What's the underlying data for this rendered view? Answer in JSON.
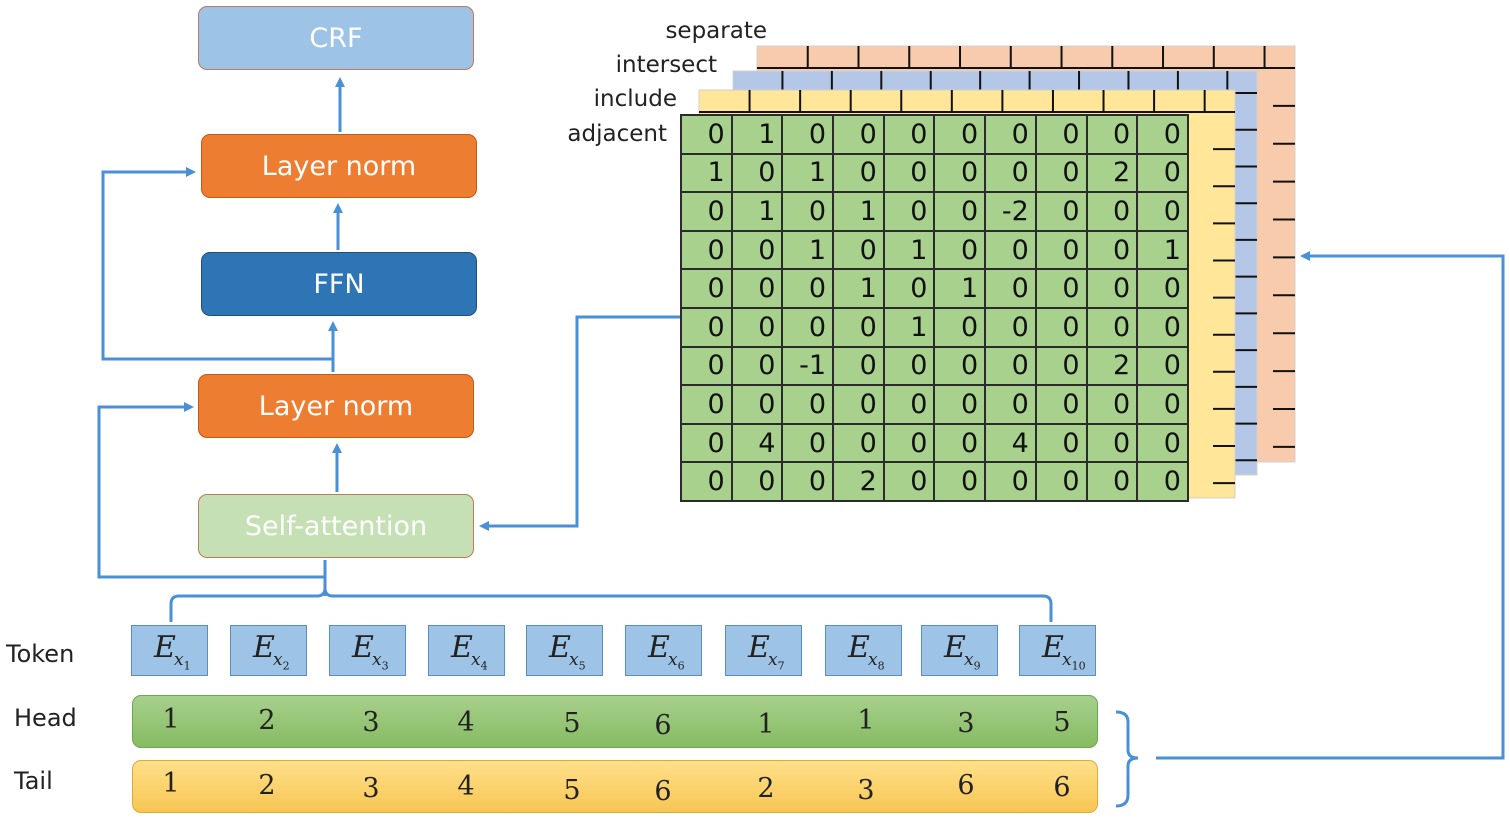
{
  "blocks": {
    "crf": "CRF",
    "layer_norm_top": "Layer norm",
    "ffn": "FFN",
    "layer_norm_bottom": "Layer norm",
    "self_attention": "Self-attention"
  },
  "matrix_layers": [
    "separate",
    "intersect",
    "include",
    "adjacent"
  ],
  "layer_colors": {
    "separate": "#f8cbad",
    "intersect": "#b4c7e7",
    "include": "#ffe699",
    "adjacent": "#a9d18e"
  },
  "matrix": [
    [
      "0",
      "1",
      "0",
      "0",
      "0",
      "0",
      "0",
      "0",
      "0",
      "0"
    ],
    [
      "1",
      "0",
      "1",
      "0",
      "0",
      "0",
      "0",
      "0",
      "2",
      "0"
    ],
    [
      "0",
      "1",
      "0",
      "1",
      "0",
      "0",
      "-2",
      "0",
      "0",
      "0"
    ],
    [
      "0",
      "0",
      "1",
      "0",
      "1",
      "0",
      "0",
      "0",
      "0",
      "1"
    ],
    [
      "0",
      "0",
      "0",
      "1",
      "0",
      "1",
      "0",
      "0",
      "0",
      "0"
    ],
    [
      "0",
      "0",
      "0",
      "0",
      "1",
      "0",
      "0",
      "0",
      "0",
      "0"
    ],
    [
      "0",
      "0",
      "-1",
      "0",
      "0",
      "0",
      "0",
      "0",
      "2",
      "0"
    ],
    [
      "0",
      "0",
      "0",
      "0",
      "0",
      "0",
      "0",
      "0",
      "0",
      "0"
    ],
    [
      "0",
      "4",
      "0",
      "0",
      "0",
      "0",
      "4",
      "0",
      "0",
      "0"
    ],
    [
      "0",
      "0",
      "0",
      "2",
      "0",
      "0",
      "0",
      "0",
      "0",
      "0"
    ]
  ],
  "rows": {
    "token": "Token",
    "head": "Head",
    "tail": "Tail"
  },
  "tokens": [
    {
      "E": "E",
      "x": "x",
      "sub": "1"
    },
    {
      "E": "E",
      "x": "x",
      "sub": "2"
    },
    {
      "E": "E",
      "x": "x",
      "sub": "3"
    },
    {
      "E": "E",
      "x": "x",
      "sub": "4"
    },
    {
      "E": "E",
      "x": "x",
      "sub": "5"
    },
    {
      "E": "E",
      "x": "x",
      "sub": "6"
    },
    {
      "E": "E",
      "x": "x",
      "sub": "7"
    },
    {
      "E": "E",
      "x": "x",
      "sub": "8"
    },
    {
      "E": "E",
      "x": "x",
      "sub": "9"
    },
    {
      "E": "E",
      "x": "x",
      "sub": "10"
    }
  ],
  "head": [
    "1",
    "2",
    "3",
    "4",
    "5",
    "6",
    "1",
    "1",
    "3",
    "5"
  ],
  "tail": [
    "1",
    "2",
    "3",
    "4",
    "5",
    "6",
    "2",
    "3",
    "6",
    "6"
  ]
}
